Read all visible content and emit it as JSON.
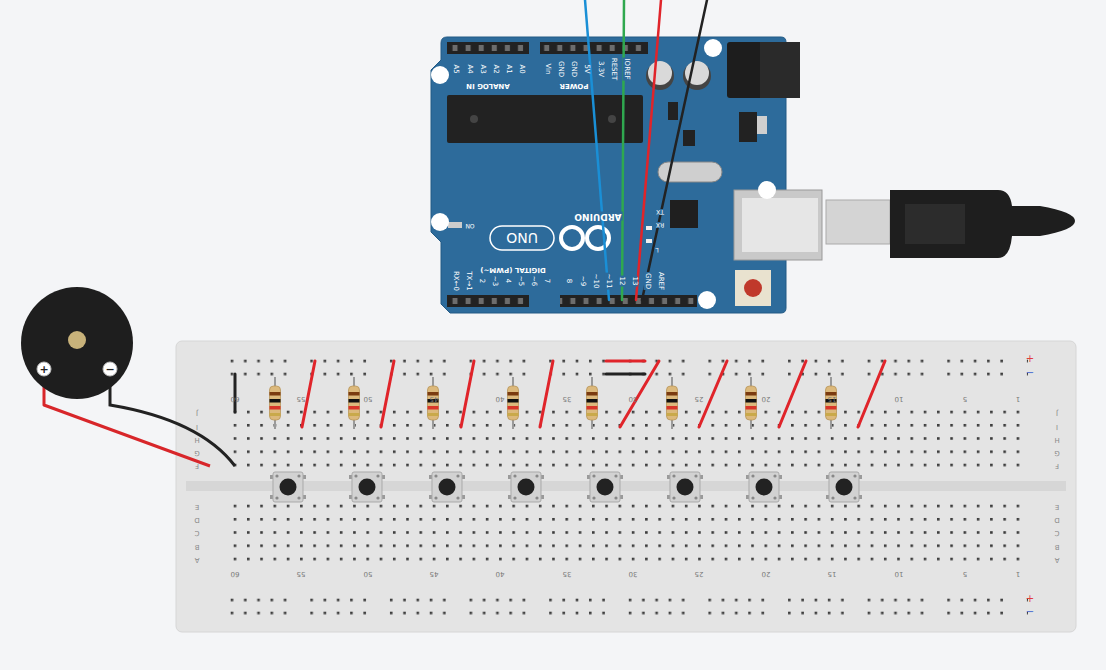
{
  "diagram": {
    "labels": [
      "A5",
      "A4",
      "A3",
      "A2",
      "A1",
      "A0",
      "ANALOG IN",
      "Vin",
      "GND",
      "GND",
      "5V",
      "3.3V",
      "RESET",
      "IOREF",
      "POWER",
      "ON",
      "UNO",
      "ARDUINO",
      "TX",
      "RX",
      "L",
      "DIGITAL (PWM~)",
      "AREF",
      "GND",
      "13",
      "12",
      "~11",
      "~10",
      "~9",
      "8",
      "7",
      "~6",
      "~5",
      "4",
      "~3",
      "2",
      "TX→1",
      "RX←0",
      "60",
      "55",
      "50",
      "45",
      "40",
      "35",
      "30",
      "25",
      "20",
      "15",
      "10",
      "5",
      "1",
      "J",
      "I",
      "H",
      "G",
      "F",
      "E",
      "D",
      "C",
      "B",
      "A",
      "J",
      "I",
      "H",
      "G",
      "F",
      "E",
      "D",
      "C",
      "B",
      "A",
      "60",
      "55",
      "50",
      "45",
      "40",
      "35",
      "30",
      "25",
      "20",
      "15",
      "10",
      "5",
      "1",
      "+",
      "−",
      "+",
      "−",
      "+",
      "−"
    ]
  }
}
